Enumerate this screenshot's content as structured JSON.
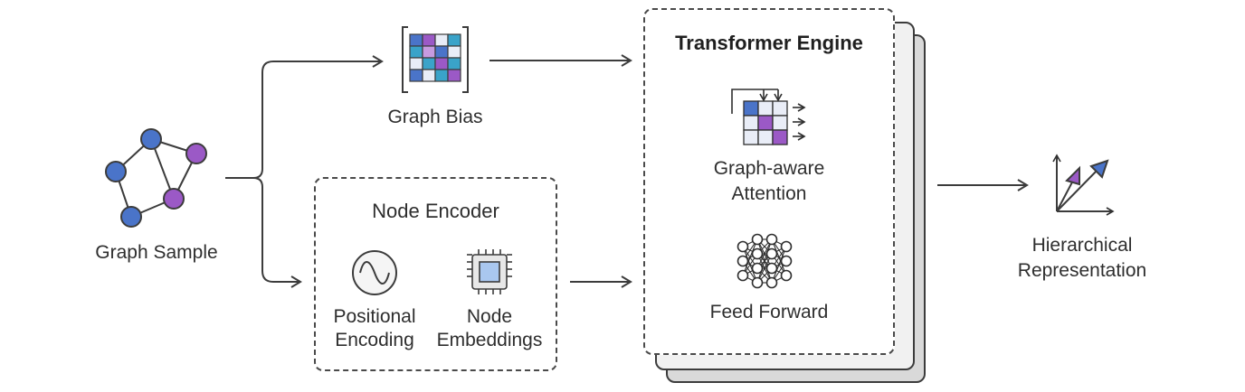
{
  "diagram": {
    "graph_sample": {
      "label": "Graph Sample"
    },
    "graph_bias": {
      "label": "Graph Bias"
    },
    "node_encoder": {
      "title": "Node Encoder",
      "positional_label": "Positional\nEncoding",
      "embeddings_label": "Node\nEmbeddings"
    },
    "transformer": {
      "title": "Transformer Engine",
      "attention_label": "Graph-aware\nAttention",
      "ffn_label": "Feed Forward"
    },
    "output": {
      "label": "Hierarchical\nRepresentation"
    },
    "colors": {
      "node_blue": "#4a74c9",
      "node_purple": "#9b59c6",
      "teal": "#3aa3c9",
      "chip": "#a9c7ef",
      "line": "#3c3c3c"
    }
  }
}
